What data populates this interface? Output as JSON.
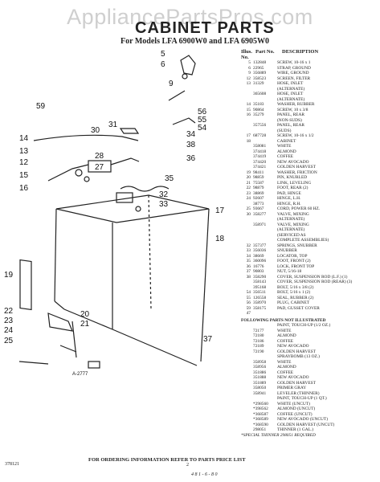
{
  "watermark": "AppliancePartsPros.com",
  "title": "CABINET PARTS",
  "subtitle": "For Models LFA 6900W0 and LFA 6905W0",
  "table_header": {
    "illus": "Illus. No.",
    "part": "Part No.",
    "desc": "DESCRIPTION"
  },
  "parts": [
    {
      "n": "5",
      "p": "132848",
      "d": "SCREW, 10-16 x 1"
    },
    {
      "n": "6",
      "p": "22965",
      "d": "STRAP, GROUND"
    },
    {
      "n": "9",
      "p": "356889",
      "d": "WIRE, GROUND"
    },
    {
      "n": "12",
      "p": "358523",
      "d": "SCREEN, FILTER"
    },
    {
      "n": "13",
      "p": "31329",
      "d": "HOSE, INLET"
    },
    {
      "n": "",
      "p": "",
      "d": "(ALTERNATE)"
    },
    {
      "n": "",
      "p": "365608",
      "d": "HOSE, INLET"
    },
    {
      "n": "",
      "p": "",
      "d": "(ALTERNATE)"
    },
    {
      "n": "14",
      "p": "35183",
      "d": "WASHER, RUBBER"
    },
    {
      "n": "15",
      "p": "90864",
      "d": "SCREW, 10 x 3/8"
    },
    {
      "n": "16",
      "p": "35279",
      "d": "PANEL, REAR"
    },
    {
      "n": "",
      "p": "",
      "d": "(NON-SUDS)"
    },
    {
      "n": "",
      "p": "357556",
      "d": "PANEL, REAR"
    },
    {
      "n": "",
      "p": "",
      "d": "(SUDS)"
    },
    {
      "n": "17",
      "p": "687728",
      "d": "SCREW, 10-16 x 1/2"
    },
    {
      "n": "18",
      "p": "",
      "d": "CABINET"
    },
    {
      "n": "",
      "p": "358081",
      "d": "WHITE"
    },
    {
      "n": "",
      "p": "374418",
      "d": "ALMOND"
    },
    {
      "n": "",
      "p": "374419",
      "d": "COFFEE"
    },
    {
      "n": "",
      "p": "374420",
      "d": "NEW AVOCADO"
    },
    {
      "n": "",
      "p": "374421",
      "d": "GOLDEN HARVEST"
    },
    {
      "n": "19",
      "p": "98411",
      "d": "WASHER, FRICTION"
    },
    {
      "n": "20",
      "p": "98859",
      "d": "PIN, KNURLED"
    },
    {
      "n": "21",
      "p": "75587",
      "d": "LINK, LEVELING"
    },
    {
      "n": "22",
      "p": "98879",
      "d": "FOOT, REAR (2)"
    },
    {
      "n": "23",
      "p": "38869",
      "d": "PAD, HINGE"
    },
    {
      "n": "24",
      "p": "92607",
      "d": "HINGE, L.H."
    },
    {
      "n": "",
      "p": "38773",
      "d": "HINGE, R.H."
    },
    {
      "n": "25",
      "p": "93667",
      "d": "CORD, POWER  60 HZ."
    },
    {
      "n": "30",
      "p": "358277",
      "d": "VALVE, MIXING"
    },
    {
      "n": "",
      "p": "",
      "d": "(ALTERNATE)"
    },
    {
      "n": "",
      "p": "358971",
      "d": "VALVE, MIXING"
    },
    {
      "n": "",
      "p": "",
      "d": "(ALTERNATE)"
    },
    {
      "n": "",
      "p": "",
      "d": "(SERVICED AS"
    },
    {
      "n": "",
      "p": "",
      "d": "COMPLETE ASSEMBLIES)"
    },
    {
      "n": "32",
      "p": "357377",
      "d": "SPRINGS, SNUBBER"
    },
    {
      "n": "33",
      "p": "356036",
      "d": "SNUBBER"
    },
    {
      "n": "34",
      "p": "38669",
      "d": "LOCATOR, TOP"
    },
    {
      "n": "35",
      "p": "360096",
      "d": "FOOT, FRONT (2)"
    },
    {
      "n": "36",
      "p": "16776",
      "d": "LOCK, FRONT TOP"
    },
    {
      "n": "37",
      "p": "90803",
      "d": "NUT, 5/16-18"
    },
    {
      "n": "38",
      "p": "358290",
      "d": "COVER, SUSPENSION ROD (L.F.) (1)"
    },
    {
      "n": "",
      "p": "358143",
      "d": "COVER, SUSPENSION ROD (REAR) (3)"
    },
    {
      "n": "",
      "p": "395168",
      "d": "BOLT, 5/16 x 3/8 (2)"
    },
    {
      "n": "54",
      "p": "356511",
      "d": "BOLT, 5/16 x 1 (2)"
    },
    {
      "n": "55",
      "p": "126558",
      "d": "SEAL, RUBBER (2)"
    },
    {
      "n": "56",
      "p": "358970",
      "d": "PLUG, CABINET"
    },
    {
      "n": "59",
      "p": "358175",
      "d": "PAD, GUSSET COVER"
    },
    {
      "n": "47",
      "p": "",
      "d": ""
    }
  ],
  "not_illustrated_header": "FOLLOWING PARTS NOT ILLUSTRATED",
  "extra_parts": [
    {
      "p": "",
      "d": "PAINT, TOUCH-UP (1/2 OZ.)"
    },
    {
      "p": "72177",
      "d": "WHITE"
    },
    {
      "p": "72180",
      "d": "ALMOND"
    },
    {
      "p": "72186",
      "d": "COFFEE"
    },
    {
      "p": "72189",
      "d": "NEW AVOCADO"
    },
    {
      "p": "72190",
      "d": "GOLDEN HARVEST"
    },
    {
      "p": "",
      "d": "SPRAYBOMB (13 OZ.)"
    },
    {
      "p": "358958",
      "d": "WHITE"
    },
    {
      "p": "358956",
      "d": "ALMOND"
    },
    {
      "p": "351886",
      "d": "COFFEE"
    },
    {
      "p": "351888",
      "d": "NEW AVOCADO"
    },
    {
      "p": "351889",
      "d": "GOLDEN HARVEST"
    },
    {
      "p": "358050",
      "d": "PRIMER GRAY"
    },
    {
      "p": "358941",
      "d": "LEVELER (THINNER)"
    },
    {
      "p": "",
      "d": "PAINT, TOUCH-UP (1 QT.)"
    },
    {
      "p": "*298560",
      "d": "WHITE (UNCUT)"
    },
    {
      "p": "*398562",
      "d": "ALMOND (UNCUT)"
    },
    {
      "p": "*368587",
      "d": "COFFEE (UNCUT)"
    },
    {
      "p": "*368589",
      "d": "NEW AVOCADO (UNCUT)"
    },
    {
      "p": "*368590",
      "d": "GOLDEN HARVEST (UNCUT)"
    },
    {
      "p": "298051",
      "d": "THINNER (1 GAL.)"
    }
  ],
  "special_note": "*SPECIAL THINNER 298051 REQUIRED",
  "footer": "FOR ORDERING INFORMATION REFER TO PARTS PRICE LIST",
  "doc_code": "378121",
  "page_number": "2",
  "bottom_stamp": "4 8 1 - 6 - 8 0",
  "figure_code": "A-2777",
  "callouts": [
    "5",
    "6",
    "9",
    "59",
    "56",
    "55",
    "54",
    "34",
    "38",
    "36",
    "31",
    "30",
    "28",
    "27",
    "14",
    "13",
    "12",
    "15",
    "16",
    "35",
    "32",
    "33",
    "17",
    "18",
    "19",
    "22",
    "23",
    "24",
    "25",
    "20",
    "21",
    "37"
  ]
}
